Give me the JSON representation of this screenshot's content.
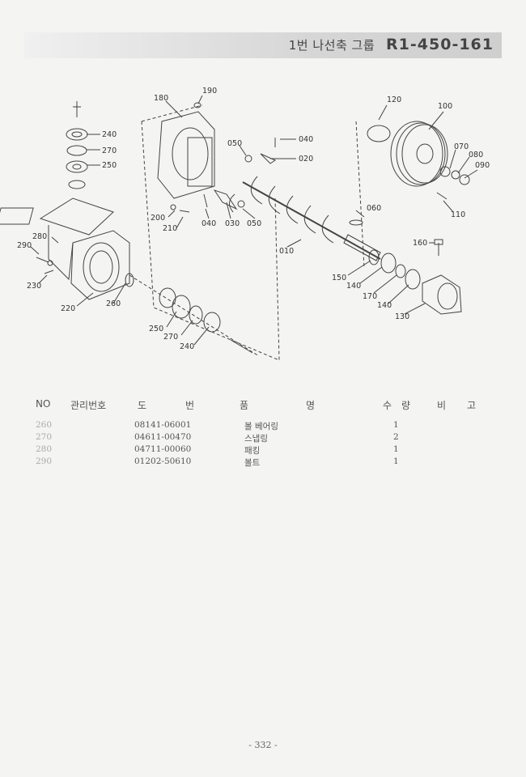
{
  "header": {
    "title_ko": "1번 나선축 그룹",
    "title_code": "R1-450-161"
  },
  "diagram": {
    "callouts": [
      "190",
      "180",
      "120",
      "100",
      "240",
      "270",
      "250",
      "050",
      "040",
      "020",
      "070",
      "080",
      "090",
      "060",
      "110",
      "200",
      "210",
      "040",
      "030",
      "050",
      "010",
      "280",
      "290",
      "160",
      "230",
      "150",
      "140",
      "170",
      "260",
      "140",
      "220",
      "130",
      "250",
      "270",
      "240"
    ]
  },
  "table": {
    "headers": {
      "no": "NO",
      "mgmt": "관리번호",
      "drawing_1": "도",
      "drawing_2": "번",
      "name_1": "품",
      "name_2": "명",
      "qty_1": "수",
      "qty_2": "량",
      "note_1": "비",
      "note_2": "고"
    },
    "rows": [
      {
        "no": "260",
        "mgmt": "",
        "drawing": "08141-06001",
        "name": "볼 베어링",
        "qty": "1",
        "note": ""
      },
      {
        "no": "270",
        "mgmt": "",
        "drawing": "04611-00470",
        "name": "스냅링",
        "qty": "2",
        "note": ""
      },
      {
        "no": "280",
        "mgmt": "",
        "drawing": "04711-00060",
        "name": "패킹",
        "qty": "1",
        "note": ""
      },
      {
        "no": "290",
        "mgmt": "",
        "drawing": "01202-50610",
        "name": "볼트",
        "qty": "1",
        "note": ""
      }
    ]
  },
  "footer": {
    "page_number": "- 332 -"
  }
}
